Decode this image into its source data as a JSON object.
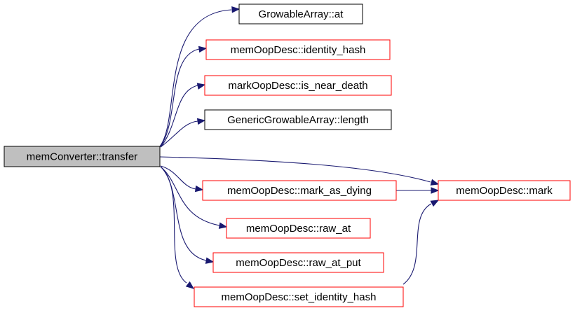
{
  "colors": {
    "edge": "#191970",
    "border_plain": "#000000",
    "border_linked": "#ff0000",
    "root_fill": "#bfbfbf",
    "node_fill": "#ffffff"
  },
  "nodes": {
    "root": {
      "label": "memConverter::transfer",
      "style": "root"
    },
    "growable_at": {
      "label": "GrowableArray::at",
      "style": "plain"
    },
    "identity_hash": {
      "label": "memOopDesc::identity_hash",
      "style": "linked"
    },
    "is_near_death": {
      "label": "markOopDesc::is_near_death",
      "style": "linked"
    },
    "generic_length": {
      "label": "GenericGrowableArray::length",
      "style": "plain"
    },
    "mark_as_dying": {
      "label": "memOopDesc::mark_as_dying",
      "style": "linked"
    },
    "mark": {
      "label": "memOopDesc::mark",
      "style": "linked"
    },
    "raw_at": {
      "label": "memOopDesc::raw_at",
      "style": "linked"
    },
    "raw_at_put": {
      "label": "memOopDesc::raw_at_put",
      "style": "linked"
    },
    "set_identity_hash": {
      "label": "memOopDesc::set_identity_hash",
      "style": "linked"
    }
  },
  "edges": [
    {
      "from": "root",
      "to": "growable_at"
    },
    {
      "from": "root",
      "to": "identity_hash"
    },
    {
      "from": "root",
      "to": "is_near_death"
    },
    {
      "from": "root",
      "to": "generic_length"
    },
    {
      "from": "root",
      "to": "mark"
    },
    {
      "from": "root",
      "to": "mark_as_dying"
    },
    {
      "from": "root",
      "to": "raw_at"
    },
    {
      "from": "root",
      "to": "raw_at_put"
    },
    {
      "from": "root",
      "to": "set_identity_hash"
    },
    {
      "from": "mark_as_dying",
      "to": "mark"
    },
    {
      "from": "set_identity_hash",
      "to": "mark"
    }
  ]
}
